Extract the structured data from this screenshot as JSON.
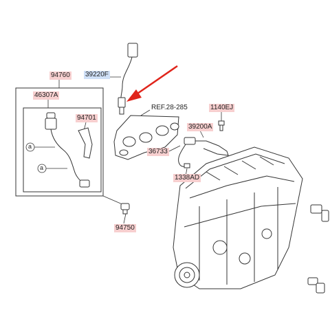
{
  "callouts": {
    "p94760": "94760",
    "p39220F": "39220F",
    "p46307A": "46307A",
    "p94701": "94701",
    "ref": "REF.28-285",
    "p1140EJ": "1140EJ",
    "p39200A": "39200A",
    "p36733": "36733",
    "p1338AD": "1338AD",
    "p94750": "94750",
    "marker_a": "a"
  },
  "colors": {
    "highlight_red": "#f7cfcf",
    "highlight_blue": "#cfe0f7",
    "arrow": "#e0251b",
    "line": "#333333"
  }
}
